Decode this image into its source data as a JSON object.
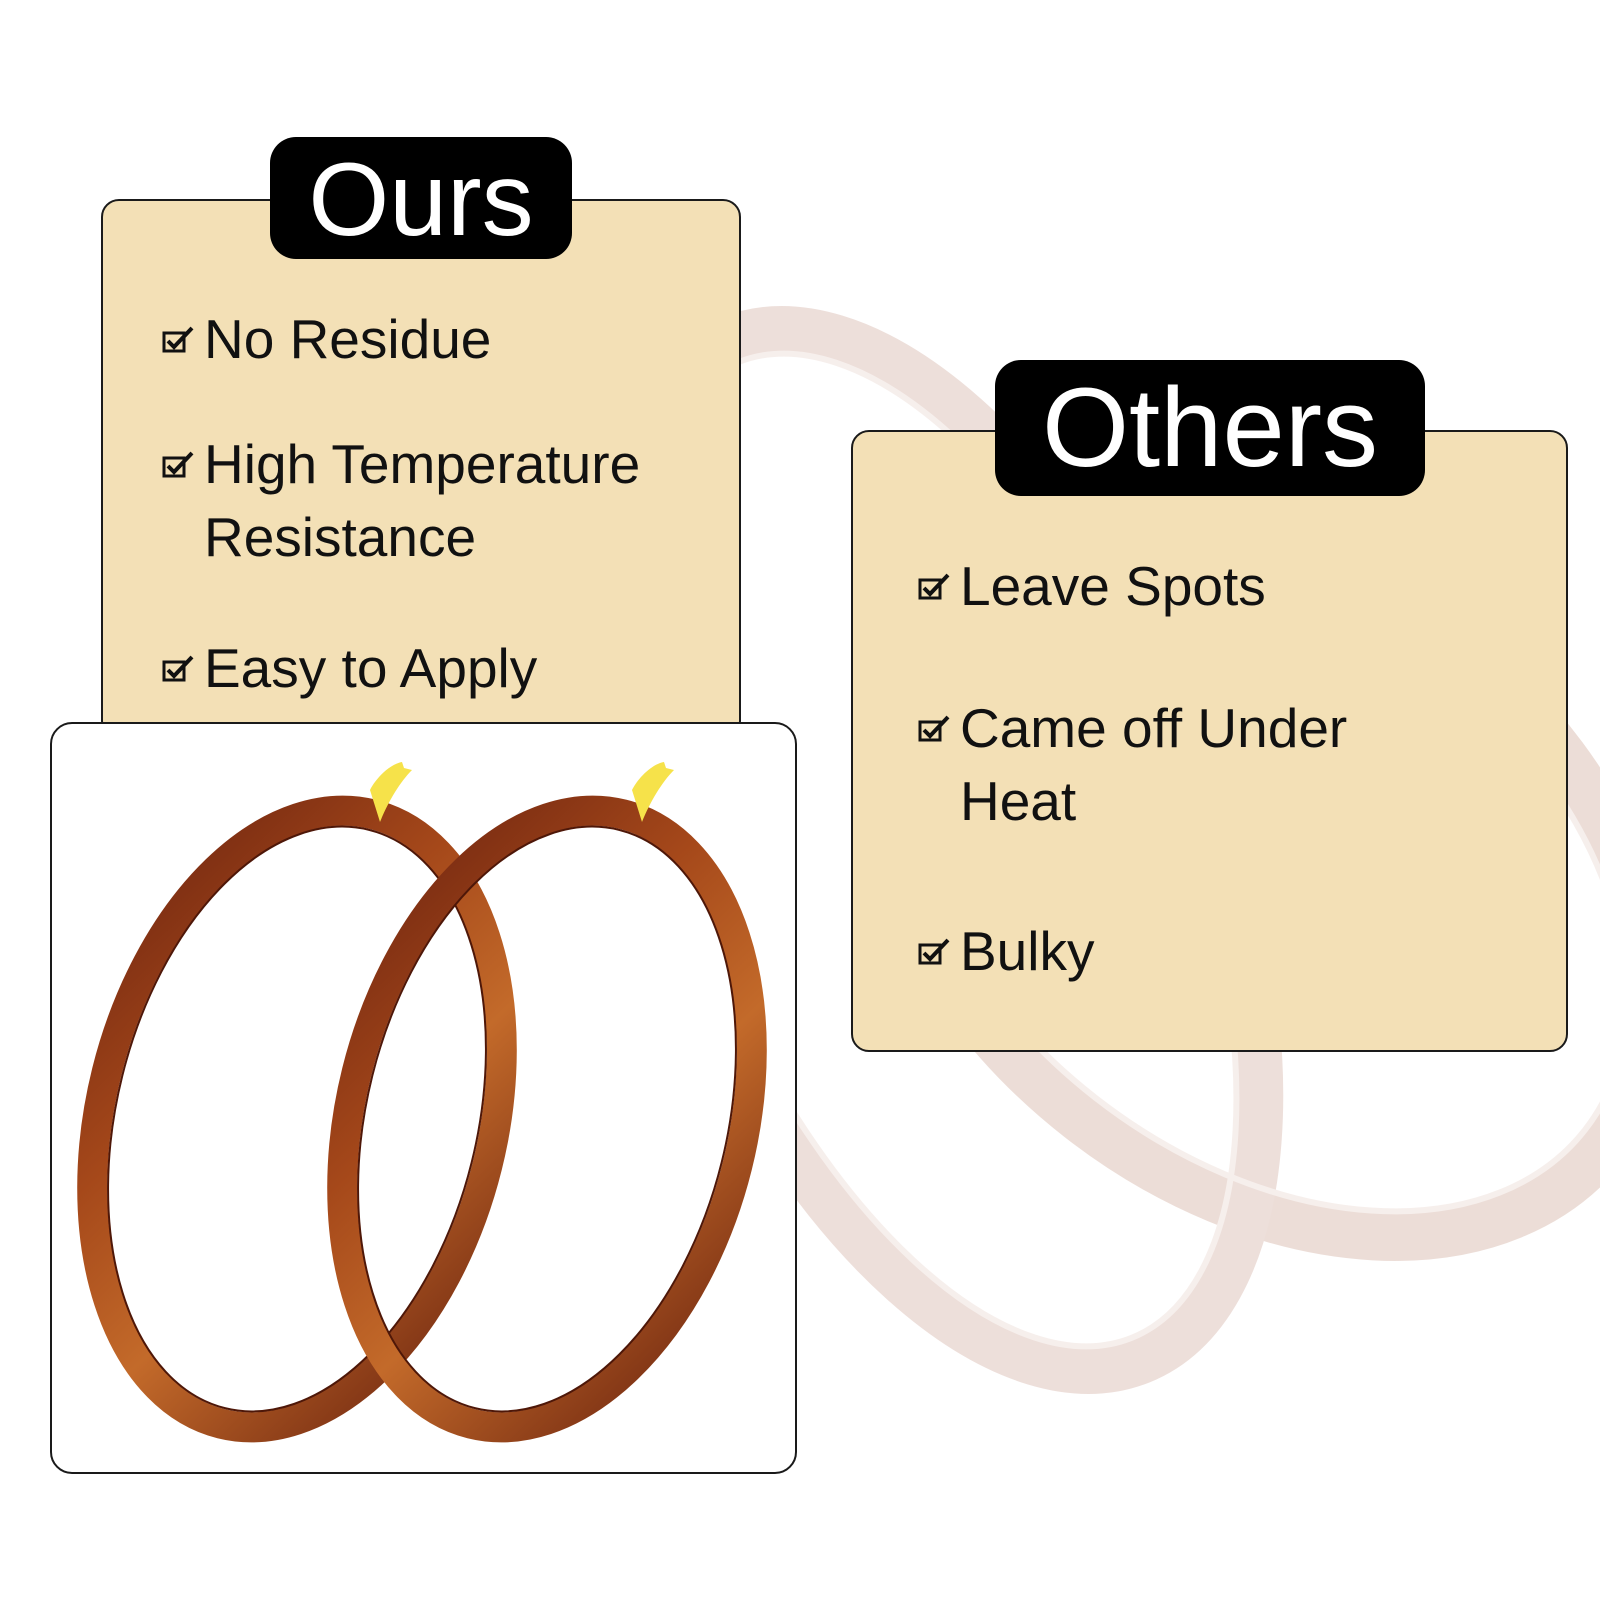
{
  "colors": {
    "card_fill": "#F3E0B6",
    "label_bg": "#000000",
    "label_text": "#FFFFFF",
    "tape_amber": "#8A3A14",
    "tape_liner": "#F6E24A"
  },
  "ours": {
    "label": "Ours",
    "features": [
      {
        "icon": "checkbox-icon",
        "lines": [
          "No Residue"
        ]
      },
      {
        "icon": "checkbox-icon",
        "lines": [
          "High Temperature",
          "Resistance"
        ]
      },
      {
        "icon": "checkbox-icon",
        "lines": [
          "Easy to Apply"
        ]
      }
    ]
  },
  "others": {
    "label": "Others",
    "features": [
      {
        "icon": "checkbox-icon",
        "lines": [
          "Leave Spots"
        ]
      },
      {
        "icon": "checkbox-icon",
        "lines": [
          "Came off Under",
          "Heat"
        ]
      },
      {
        "icon": "checkbox-icon",
        "lines": [
          "Bulky"
        ]
      }
    ]
  },
  "product_image": {
    "subject": "two rolls of amber polyimide high temperature tape"
  }
}
